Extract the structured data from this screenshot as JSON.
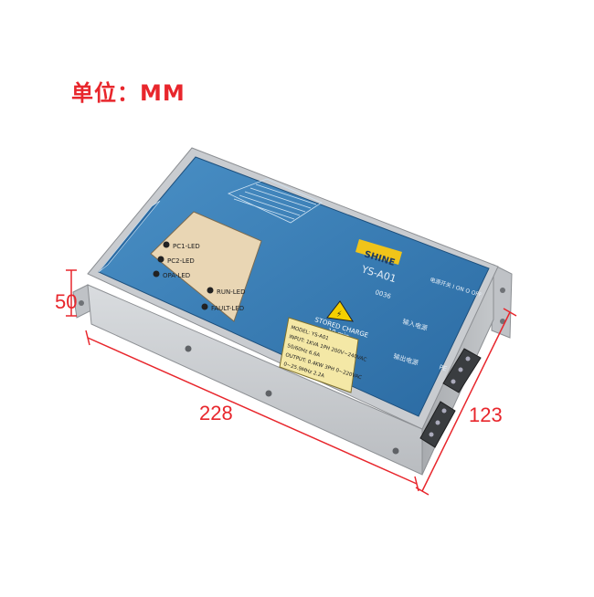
{
  "unit": "单位：MM",
  "dimensions": {
    "height": "50",
    "length": "228",
    "width": "123"
  },
  "product": {
    "brand": "SHINE",
    "model_code": "YS-A01",
    "serial": "0036",
    "power_switch": "电源开关 I ON  O OFF",
    "led_labels": [
      "PC1-LED",
      "PC2-LED",
      "OPA-LED",
      "RUN-LED",
      "FAULT-LED"
    ],
    "warning_text": "STORED CHARGE",
    "warning_time": "10 min",
    "rating_lines": [
      "MODEL: YS-A01",
      "INPUT: 1KVA 1PH 200V~240VAC",
      "50/60Hz 6.6A",
      "OUTPUT: 0.4KW 3PH 0~220VAC",
      "0~25.9MHz 2.2A"
    ],
    "terminal_labels": [
      "输入电源",
      "输出电源",
      "PE"
    ]
  },
  "colors": {
    "accent_red": "#e8262c",
    "panel_blue": "#2f79b3",
    "housing_gray": "#c9ccd0"
  }
}
